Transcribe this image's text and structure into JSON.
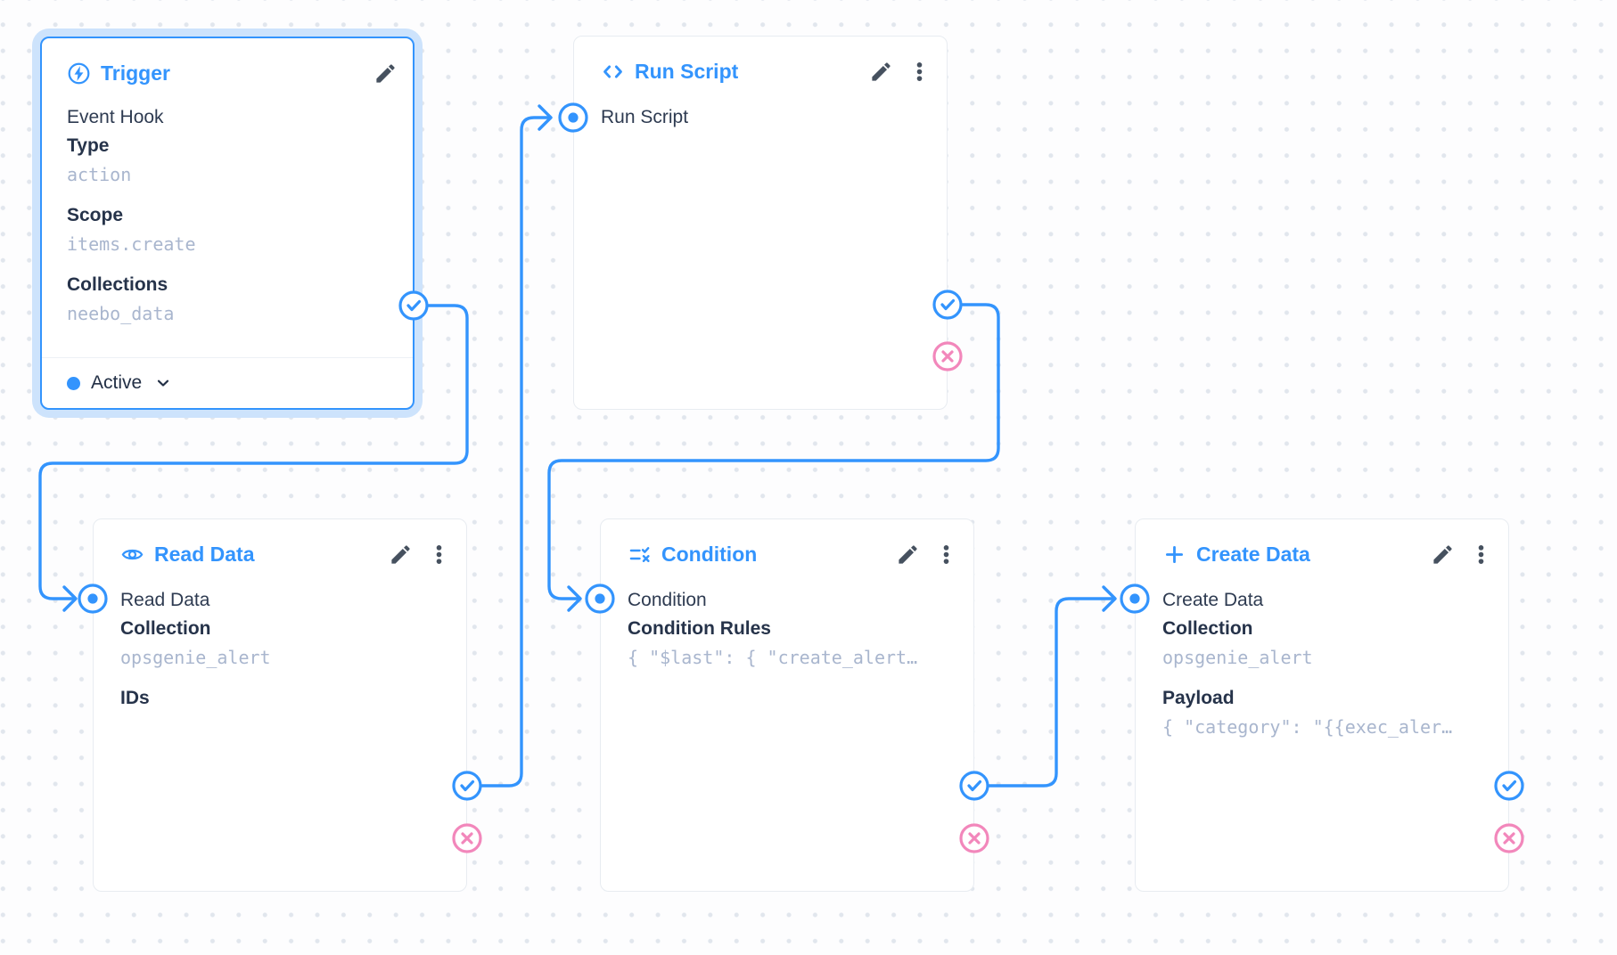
{
  "colors": {
    "primary_blue": "#3394fd",
    "reject_pink": "#f287bb",
    "selection_glow": "#cde3fc",
    "node_border": "#e8ecf1",
    "text_dark": "#26334a",
    "value_muted": "#a9b6ce",
    "canvas_dot": "#e1e6ed"
  },
  "nodes": {
    "trigger": {
      "title": "Trigger",
      "icon": "bolt-circle-icon",
      "subtitle": "Event Hook",
      "fields": [
        {
          "label": "Type",
          "value": "action"
        },
        {
          "label": "Scope",
          "value": "items.create"
        },
        {
          "label": "Collections",
          "value": "neebo_data"
        }
      ],
      "status_label": "Active"
    },
    "run_script": {
      "title": "Run Script",
      "icon": "code-icon",
      "input_label": "Run Script"
    },
    "read_data": {
      "title": "Read Data",
      "icon": "eye-icon",
      "input_label": "Read Data",
      "fields": [
        {
          "label": "Collection",
          "value": "opsgenie_alert"
        },
        {
          "label": "IDs",
          "value": ""
        }
      ]
    },
    "condition": {
      "title": "Condition",
      "icon": "rule-icon",
      "input_label": "Condition",
      "fields": [
        {
          "label": "Condition Rules",
          "value": "{ \"$last\": { \"create_alert…"
        }
      ]
    },
    "create_data": {
      "title": "Create Data",
      "icon": "plus-icon",
      "input_label": "Create Data",
      "fields": [
        {
          "label": "Collection",
          "value": "opsgenie_alert"
        },
        {
          "label": "Payload",
          "value": "{ \"category\": \"{{exec_aler…"
        }
      ]
    }
  }
}
